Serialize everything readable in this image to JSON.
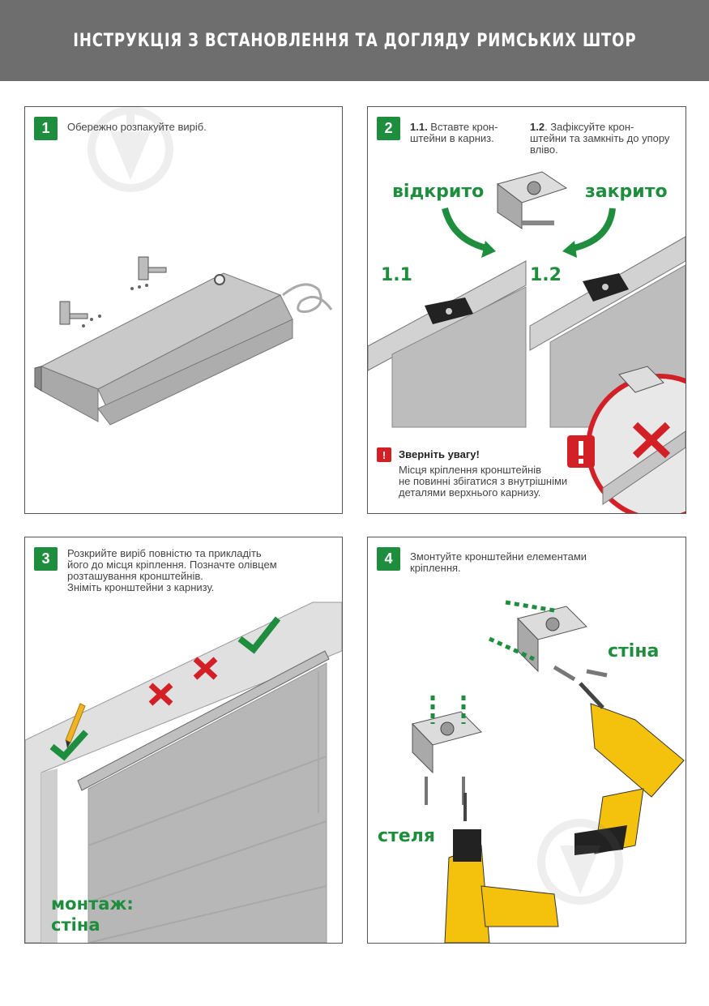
{
  "header": {
    "title": "ІНСТРУКЦІЯ З ВСТАНОВЛЕННЯ ТА ДОГЛЯДУ РИМСЬКИХ ШТОР"
  },
  "step1": {
    "number": "1",
    "text": "Обережно розпакуйте виріб."
  },
  "step2": {
    "number": "2",
    "sub1_num": "1.1.",
    "sub1_text_a": " Вставте крон-",
    "sub1_text_b": "штейни в карниз.",
    "sub2_num": "1.2",
    "sub2_text_a": ". Зафіксуйте крон-",
    "sub2_text_b": "штейни та замкніть до упору",
    "sub2_text_c": "вліво.",
    "label_open": "відкрито",
    "label_closed": "закрито",
    "label_11": "1.1",
    "label_12": "1.2",
    "warning_icon": "!",
    "warning_title": "Зверніть увагу!",
    "warning_lines": [
      "Місця кріплення кронштейнів",
      "не повинні збігатися з внутрішніми",
      "деталями верхнього карнизу."
    ]
  },
  "step3": {
    "number": "3",
    "lines": [
      "Розкрийте виріб повністю та прикладіть",
      "його до місця кріплення. Позначте олівцем",
      "розташування кронштейнів.",
      "Зніміть кронштейни з карнизу."
    ],
    "mount_label_1": "монтаж:",
    "mount_label_2": "стіна"
  },
  "step4": {
    "number": "4",
    "lines": [
      "Змонтуйте кронштейни елементами",
      "кріплення."
    ],
    "label_wall": "стіна",
    "label_ceiling": "стеля"
  },
  "colors": {
    "header_bg": "#6d6e6d",
    "accent_green": "#1e8e3e",
    "warning_red": "#d32027",
    "fabric": "#b9b9b9"
  }
}
